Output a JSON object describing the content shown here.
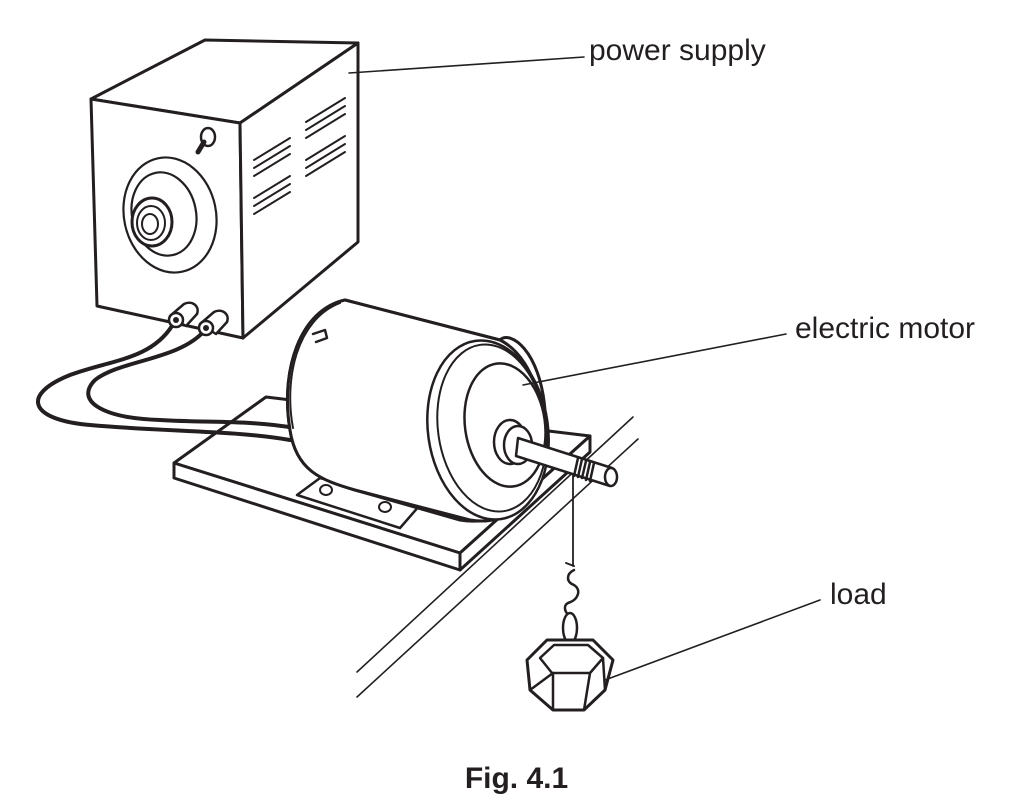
{
  "figure": {
    "caption": "Fig. 4.1",
    "labels": {
      "power_supply": "power supply",
      "electric_motor": "electric motor",
      "load": "load"
    },
    "colors": {
      "ink": "#231f20",
      "background": "#ffffff"
    }
  }
}
